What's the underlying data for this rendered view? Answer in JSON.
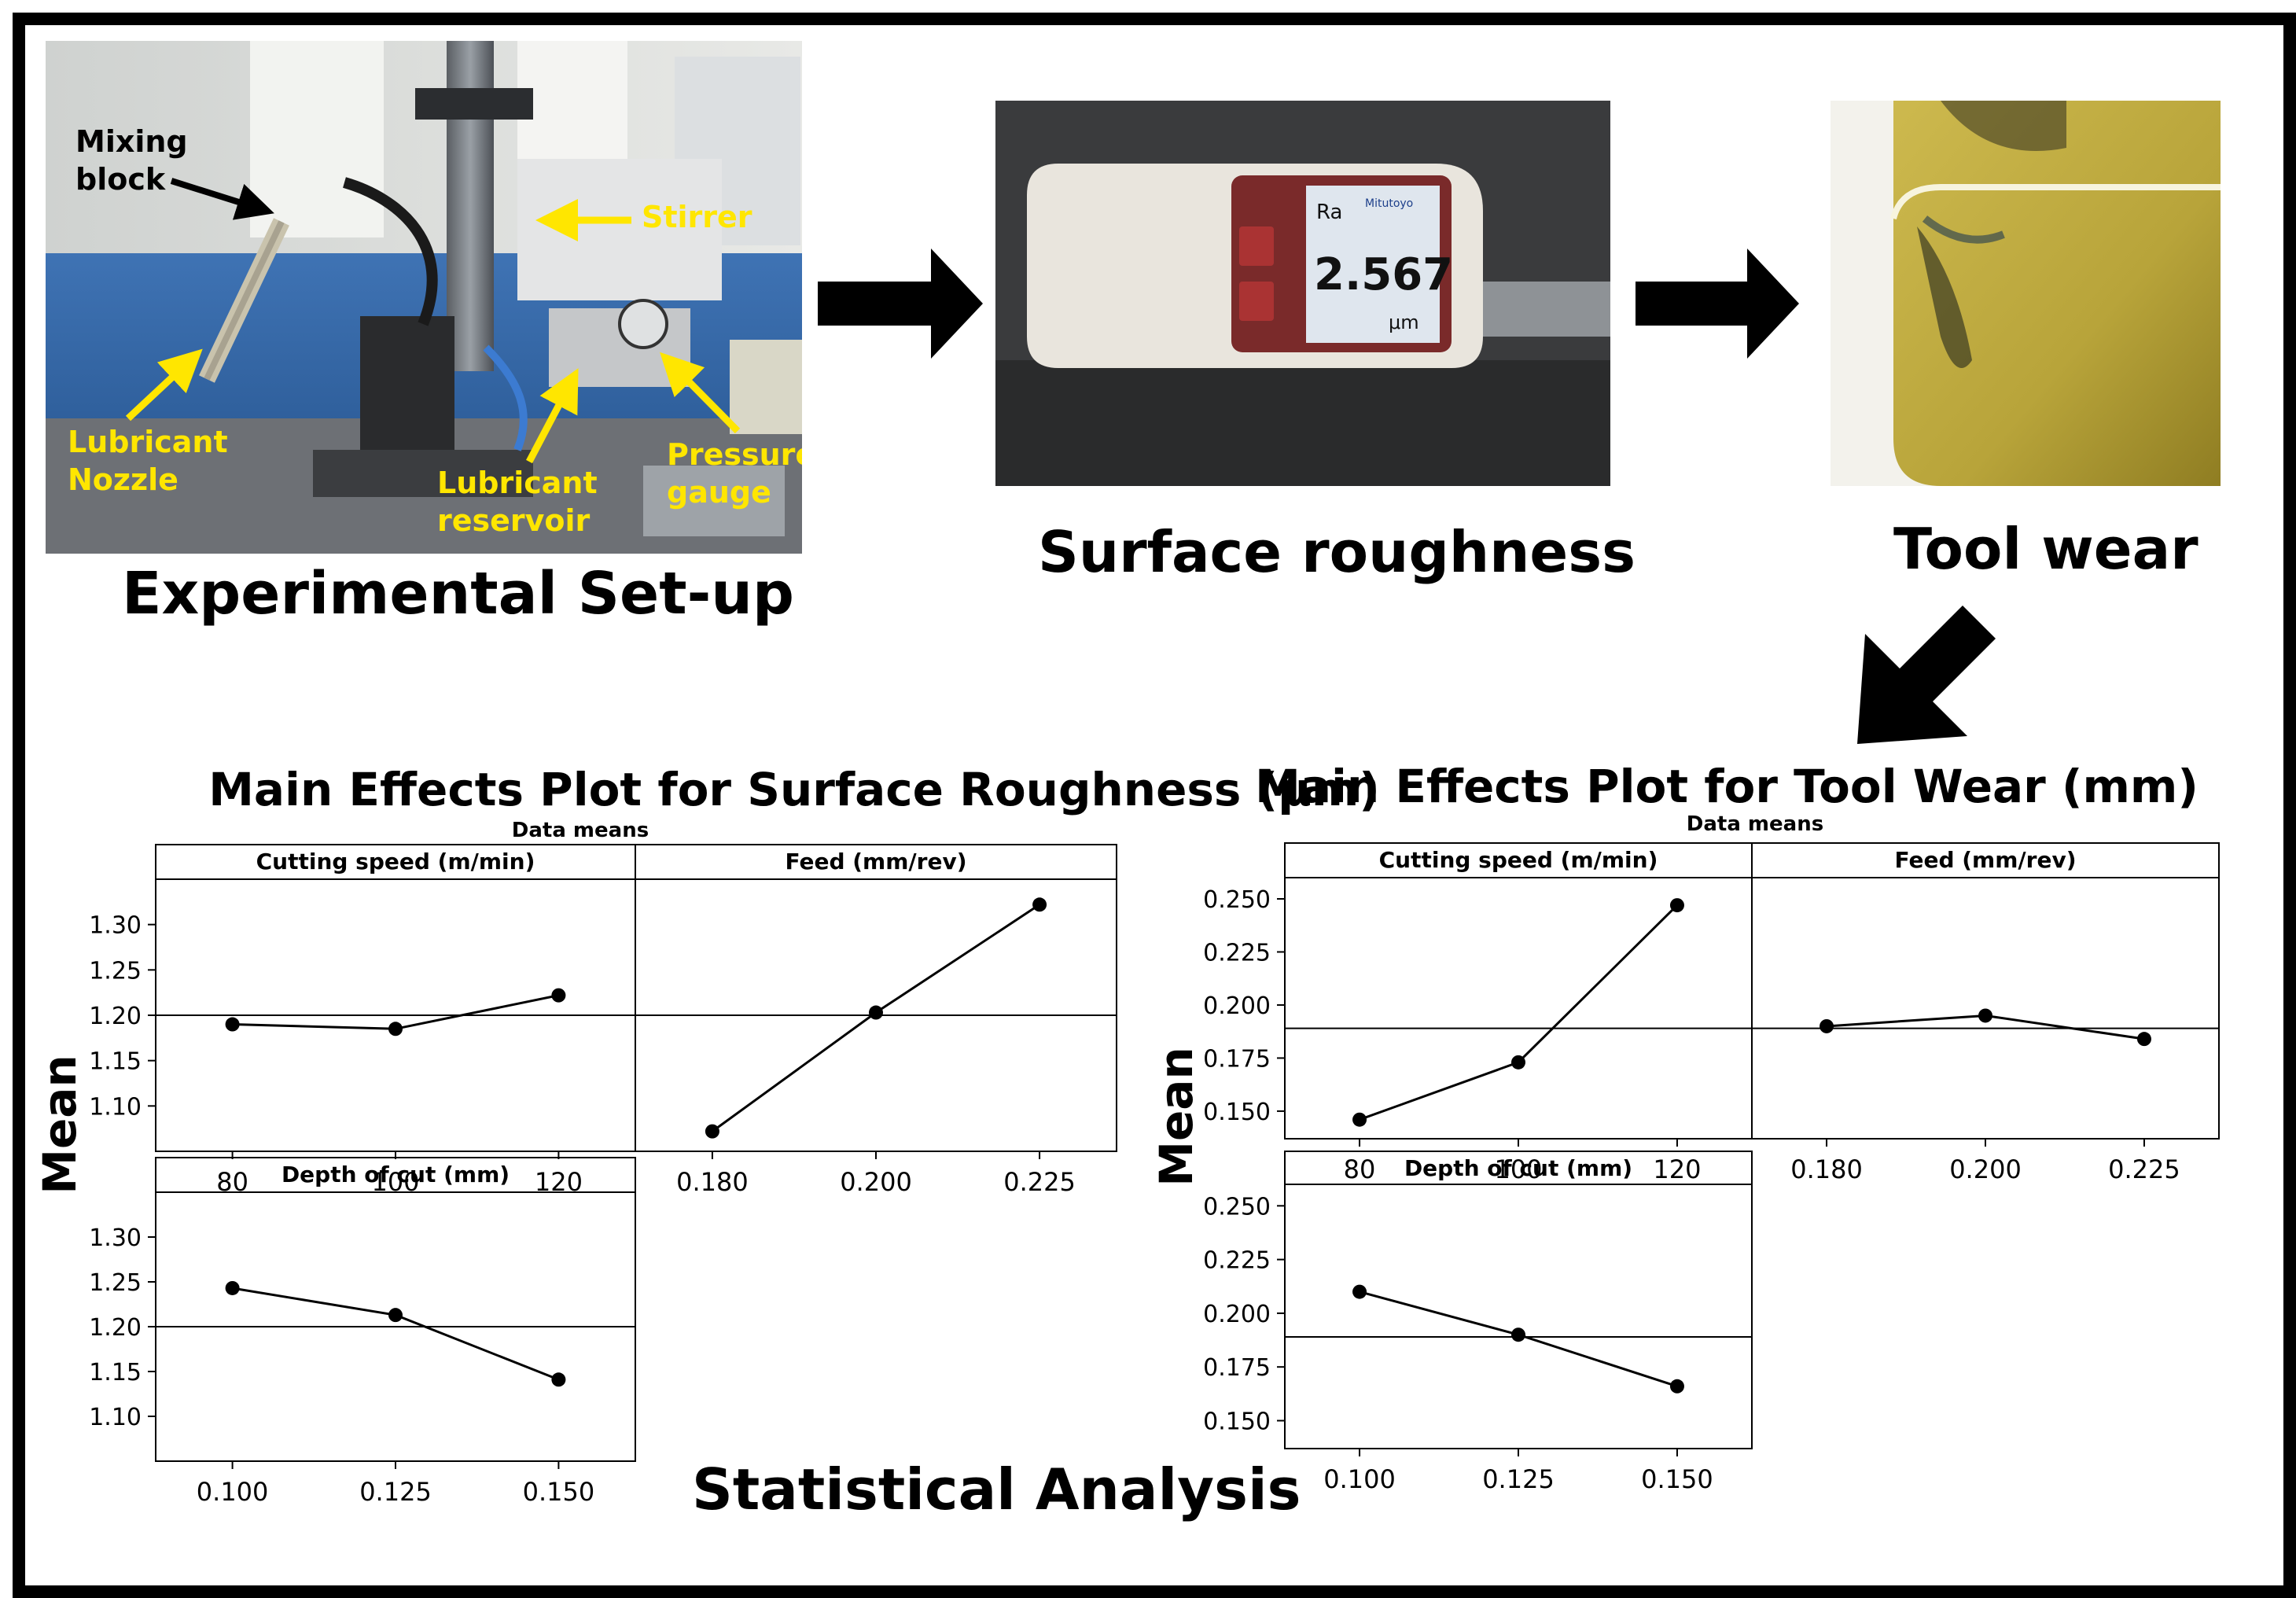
{
  "captions": {
    "setup": "Experimental Set-up",
    "roughness": "Surface roughness",
    "toolwear": "Tool wear",
    "statistical": "Statistical Analysis"
  },
  "setup_labels": {
    "mixing_block_1": "Mixing",
    "mixing_block_2": "block",
    "stirrer": "Stirrer",
    "nozzle_1": "Lubricant",
    "nozzle_2": "Nozzle",
    "reservoir_1": "Lubricant",
    "reservoir_2": "reservoir",
    "gauge_1": "Pressure",
    "gauge_2": "gauge"
  },
  "meter": {
    "param": "Ra",
    "reading": "2.567",
    "unit": "μm",
    "brand": "Mitutoyo"
  },
  "colors": {
    "label_yellow": "#ffe600",
    "meter_body": "#e9e5dd",
    "meter_panel": "#7a2a2a",
    "insert_gold": "#b8a43a"
  },
  "chart_data": [
    {
      "type": "line",
      "title": "Main Effects Plot for Surface Roughness (μm)",
      "subtitle": "Data means",
      "ylabel": "Mean",
      "ylim": [
        1.05,
        1.35
      ],
      "yticks": [
        "1.30",
        "1.25",
        "1.20",
        "1.15",
        "1.10"
      ],
      "reference_mean": 1.2,
      "panels": [
        {
          "name": "Cutting speed (m/min)",
          "categories": [
            "80",
            "100",
            "120"
          ],
          "values": [
            1.19,
            1.185,
            1.222
          ]
        },
        {
          "name": "Feed (mm/rev)",
          "categories": [
            "0.180",
            "0.200",
            "0.225"
          ],
          "values": [
            1.072,
            1.203,
            1.322
          ]
        },
        {
          "name": "Depth of cut (mm)",
          "categories": [
            "0.100",
            "0.125",
            "0.150"
          ],
          "values": [
            1.243,
            1.213,
            1.141
          ]
        }
      ]
    },
    {
      "type": "line",
      "title": "Main Effects Plot for Tool Wear (mm)",
      "subtitle": "Data means",
      "ylabel": "Mean",
      "ylim": [
        0.137,
        0.26
      ],
      "yticks": [
        "0.250",
        "0.225",
        "0.200",
        "0.175",
        "0.150"
      ],
      "reference_mean": 0.189,
      "panels": [
        {
          "name": "Cutting speed (m/min)",
          "categories": [
            "80",
            "100",
            "120"
          ],
          "values": [
            0.146,
            0.173,
            0.247
          ]
        },
        {
          "name": "Feed (mm/rev)",
          "categories": [
            "0.180",
            "0.200",
            "0.225"
          ],
          "values": [
            0.19,
            0.195,
            0.184
          ]
        },
        {
          "name": "Depth of cut (mm)",
          "categories": [
            "0.100",
            "0.125",
            "0.150"
          ],
          "values": [
            0.21,
            0.19,
            0.166
          ]
        }
      ]
    }
  ]
}
